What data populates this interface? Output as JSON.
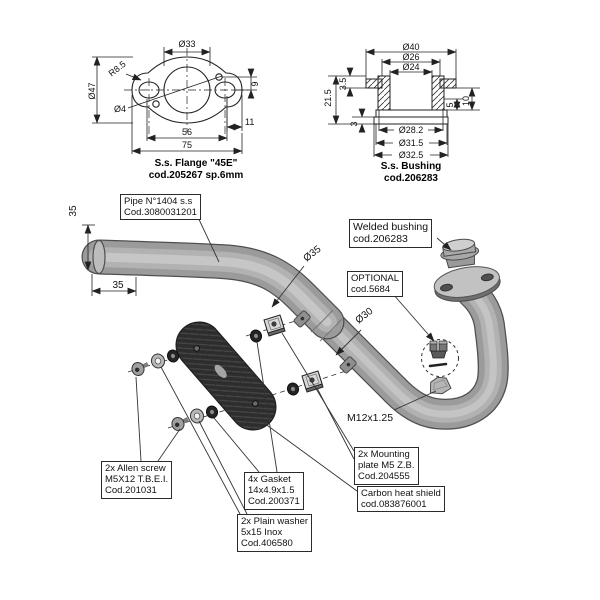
{
  "drawing_flange": {
    "caption1": "S.s. Flange  \"45E\"",
    "caption2": "cod.205267  sp.6mm",
    "dim_d33": "Ø33",
    "dim_r85": "R8.5",
    "dim_d47": "Ø47",
    "dim_d4": "Ø4",
    "dim_9": "9",
    "dim_11": "11",
    "dim_56": "56",
    "dim_75": "75"
  },
  "drawing_bushing": {
    "caption1": "S.s. Bushing",
    "caption2": "cod.206283",
    "dim_d40": "Ø40",
    "dim_d26": "Ø26",
    "dim_d24": "Ø24",
    "dim_21_5": "21.5",
    "dim_3_5": "3.5",
    "dim_3": "3",
    "dim_5": "5",
    "dim_10": "10",
    "dim_d28_2": "Ø28.2",
    "dim_d31_5": "Ø31.5",
    "dim_d32_5": "Ø32.5"
  },
  "assembly": {
    "pipe_label": {
      "l1": "Pipe N°1404 s.s",
      "l2": "Cod.3080031201"
    },
    "welded_bushing_label": {
      "l1": "Welded bushing",
      "l2": "cod.206283"
    },
    "optional_label": {
      "l1": "OPTIONAL",
      "l2": "cod.5684"
    },
    "dim_35_vertical": "35",
    "dim_35_horizontal": "35",
    "dim_d35": "Ø35",
    "dim_d30": "Ø30",
    "thread_label": "M12x1.25",
    "allen_screw_label": {
      "l1": "2x Allen screw",
      "l2": "M5X12 T.B.E.I.",
      "l3": "Cod.201031"
    },
    "gasket_label": {
      "l1": "4x Gasket",
      "l2": "14x4.9x1.5",
      "l3": "Cod.200371"
    },
    "washer_label": {
      "l1": "2x Plain washer",
      "l2": "5x15 Inox",
      "l3": "Cod.406580"
    },
    "mounting_plate_label": {
      "l1": "2x Mounting",
      "l2": "plate M5 Z.B.",
      "l3": "Cod.204555"
    },
    "heat_shield_label": {
      "l1": "Carbon heat shield",
      "l2": "cod.083876001"
    }
  },
  "colors": {
    "line": "#222222",
    "pipe_body": "#9b9b9b",
    "pipe_highlight": "#c4c4c4",
    "pipe_outline": "#4f4f4f",
    "shield_dark": "#2d2d2d",
    "background": "#ffffff"
  }
}
